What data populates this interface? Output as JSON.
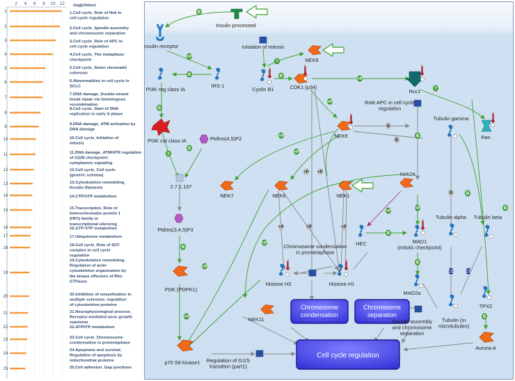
{
  "chart_data": {
    "type": "bar",
    "orientation": "horizontal",
    "title": "-log(pValue)",
    "xticks": [
      "2",
      "4",
      "6",
      "8",
      "10",
      "12"
    ],
    "xlim": [
      0,
      13
    ],
    "categories": [
      "1",
      "2",
      "3",
      "4",
      "5",
      "6",
      "7",
      "8",
      "9",
      "10",
      "11",
      "12",
      "13",
      "14",
      "15",
      "16",
      "17",
      "18",
      "19",
      "20",
      "21",
      "22",
      "23",
      "24",
      "25"
    ],
    "values": [
      11.3,
      10.9,
      10.0,
      9.4,
      7.8,
      7.2,
      7.1,
      6.7,
      6.3,
      5.7,
      5.6,
      5.2,
      5.0,
      4.9,
      4.8,
      4.7,
      4.5,
      4.4,
      4.3,
      4.2,
      4.0,
      3.9,
      3.8,
      3.6,
      3.4
    ],
    "labels": [
      [
        "1.Cell cycle_Role of Nek in",
        "cell cycle regulation"
      ],
      [
        "2.Cell cycle_Spindle assembly",
        "and chromosome separation"
      ],
      [
        "3.Cell cycle_Role of APC in",
        "cell cycle regulation"
      ],
      [
        "4.Cell cycle_The metaphase",
        "checkpoint"
      ],
      [
        "5.Cell cycle_Sister chromatid",
        "cohesion"
      ],
      [
        "6.Abnormalities in cell cycle in",
        "SCLC"
      ],
      [
        "7.DNA damage_Double-strand",
        "break repair via homologous",
        "recombination"
      ],
      [
        "8.Cell cycle_Start of DNA",
        "replication in early S phase"
      ],
      [
        "9.DNA damage_ATM activation by",
        "DNA damage"
      ],
      [
        "10.Cell cycle_Initiation of",
        "mitosis"
      ],
      [
        "11.DNA damage_ATM/ATR regulation",
        "of G2/M checkpoint:",
        "cytoplasmic signaling"
      ],
      [
        "12.Cell cycle_Cell cycle",
        "(generic schema)"
      ],
      [
        "13.Cytoskeleton remodeling_",
        "Keratin filaments"
      ],
      [
        "14.CTP/UTP metabolism"
      ],
      [
        "15.Transcription_Role of",
        "heterochromatin protein 1",
        "(HP1) family in",
        "transcriptional silencing"
      ],
      [
        "16.GTP-XTP metabolism"
      ],
      [
        "17.Ubiquinone metabolism"
      ],
      [
        "18.Cell cycle_Role of SCF",
        "complex in cell cycle",
        "regulation"
      ],
      [
        "19.Cytoskeleton remodeling_",
        "Regulation of actin",
        "cytoskeleton organization by",
        "the kinase effectors of Rho",
        "GTPases"
      ],
      [
        "20.Inhibition of remyelination in",
        "multiple sclerosis: regulation",
        "of cytoskeleton proteins"
      ],
      [
        "21.Neurophysiological process_",
        "Receptor-mediated axon growth",
        "repulsion"
      ],
      [
        "22.ATP/ITP metabolism"
      ],
      [
        "23.Cell cycle_Chromosome",
        "condensation in prometaphase"
      ],
      [
        "24.Apoptosis and survival_",
        "Regulation of apoptosis by",
        "mitochondrial proteins"
      ],
      [
        "25.Cell adhesion_Gap junctions"
      ]
    ],
    "bar_color": "#f39a3d"
  },
  "pathway": {
    "nodes": {
      "insulin_processed": "Insulin processed",
      "insulin_receptor": "Insulin receptor",
      "initiation_mitosis": "Initiation of mitosis",
      "nek8": "NEK8",
      "pi3k_reg": "PI3K reg class IA",
      "irs1": "IRS-1",
      "cyclin_b1": "Cyclin B1",
      "cdk1": "CDK1 (p34)",
      "rcc1": "Rcc1",
      "role_apc": "Role APC in cell cycle regulation",
      "pi3k_cat": "PI3K cat class IA",
      "ptdins45": "PtdIns(4,5)P2",
      "nek9": "NEK9",
      "tubulin_gamma": "Tubulin gamma",
      "ran": "Ran",
      "enzyme": "2.7.1.137",
      "nek7": "NEK7",
      "nek6": "NEK6",
      "nek1": "NEK1",
      "nek2a": "Nek2A",
      "tubulin_alpha": "Tubulin alpha",
      "tubulin_beta": "Tubulin beta",
      "ptdins345": "PtdIns(3,4,5)P3",
      "hec": "HEC",
      "mad1": "MAD1 (mitotic checkpoint)",
      "chrom_cond_prometa": "Chromosome condensation in prometaphase",
      "histone_h3": "Histone H3",
      "histone_h1": "Histone H1",
      "pdk": "PDK (PDPK1)",
      "mad2a": "MAD2a",
      "tubulin_micro": "Tubulin (in microtubules)",
      "tpx2": "TPX2",
      "chrom_condensation": "Chromosome condensation",
      "chrom_separation": "Chromosome separation",
      "spindle": "Spindle assembly and chromosome separation",
      "nek11": "NEK11",
      "aurora_a": "Aurora-A",
      "p70": "p70 S6 kinase1",
      "reg_g1s": "Regulation of G1/S transition (part1)",
      "cell_cycle_reg": "Cell cycle regulation"
    },
    "mods": {
      "binding": "B",
      "phospho": "+P",
      "transform": "T",
      "cs": "CS",
      "unknown": "?",
      "z": "Z"
    },
    "colors": {
      "frame_bg": "#d3e3f3",
      "frame_top": "#f4f8fc",
      "green": "#3fa12e",
      "gray": "#8a8a8a",
      "process_box": "#5b5bf0",
      "protein_blue": "#1f78c8",
      "kinase_orange": "#f06a1a"
    }
  }
}
